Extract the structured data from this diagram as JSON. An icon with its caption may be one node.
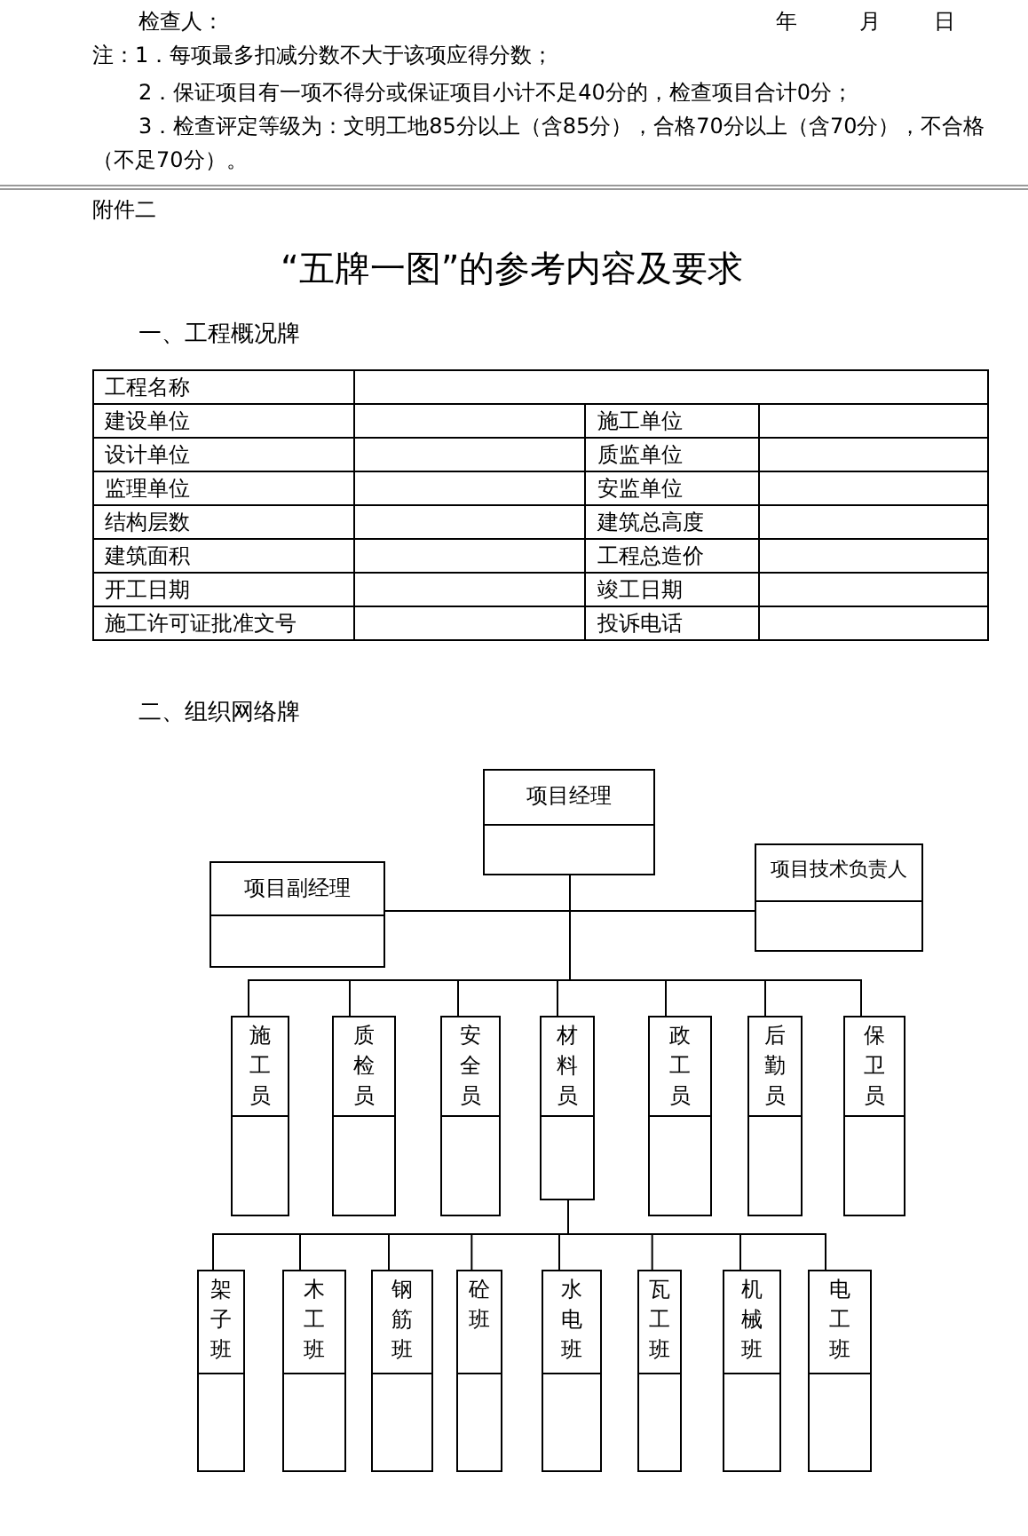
{
  "diagram": {
    "title": "“五牌一图”的参考内容及要求",
    "nodes": [
      {
        "text": [
          "项目经理"
        ]
      },
      {
        "text": [
          "项目副经理"
        ]
      },
      {
        "text": [
          "项目技术负责人"
        ]
      },
      {
        "text": [
          "施工员"
        ]
      },
      {
        "text": [
          "质检员"
        ]
      },
      {
        "text": [
          "安全员"
        ]
      },
      {
        "text": [
          "材料员"
        ]
      },
      {
        "text": [
          "政工员"
        ]
      },
      {
        "text": [
          "后勤员"
        ]
      },
      {
        "text": [
          "保卫员"
        ]
      },
      {
        "text": [
          "架子班"
        ]
      },
      {
        "text": [
          "木工班"
        ]
      },
      {
        "text": [
          "钢筋班"
        ]
      },
      {
        "text": [
          "砼班"
        ]
      },
      {
        "text": [
          "水电班"
        ]
      },
      {
        "text": [
          "瓦工班"
        ]
      },
      {
        "text": [
          "机械班"
        ]
      },
      {
        "text": [
          "电工班"
        ]
      }
    ],
    "edges": [
      {
        "from": 0,
        "to": 1,
        "arrow": "none"
      },
      {
        "from": 0,
        "to": 2,
        "arrow": "none"
      },
      {
        "from": 0,
        "to": 3,
        "arrow": "none"
      },
      {
        "from": 0,
        "to": 4,
        "arrow": "none"
      },
      {
        "from": 0,
        "to": 5,
        "arrow": "none"
      },
      {
        "from": 0,
        "to": 6,
        "arrow": "none"
      },
      {
        "from": 0,
        "to": 7,
        "arrow": "none"
      },
      {
        "from": 0,
        "to": 8,
        "arrow": "none"
      },
      {
        "from": 0,
        "to": 9,
        "arrow": "none"
      },
      {
        "from": 6,
        "to": 10,
        "arrow": "none"
      },
      {
        "from": 6,
        "to": 11,
        "arrow": "none"
      },
      {
        "from": 6,
        "to": 12,
        "arrow": "none"
      },
      {
        "from": 6,
        "to": 13,
        "arrow": "none"
      },
      {
        "from": 6,
        "to": 14,
        "arrow": "none"
      },
      {
        "from": 6,
        "to": 15,
        "arrow": "none"
      },
      {
        "from": 6,
        "to": 16,
        "arrow": "none"
      },
      {
        "from": 6,
        "to": 17,
        "arrow": "none"
      }
    ],
    "labels": [
      "检查人：",
      "年",
      "月",
      "日",
      "注：1．每项最多扣减分数不大于该项应得分数；",
      "2．保证项目有一项不得分或保证项目小计不足40分的，检查项目合计0分；",
      "3．检查评定等级为：文明工地85分以上（含85分），合格70分以上（含70分），不合格（不足70分）。",
      "附件二",
      "一、工程概况牌",
      "工程名称",
      "建设单位",
      "施工单位",
      "设计单位",
      "质监单位",
      "监理单位",
      "安监单位",
      "结构层数",
      "建筑总高度",
      "建筑面积",
      "工程总造价",
      "开工日期",
      "竣工日期",
      "施工许可证批准文号",
      "投诉电话",
      "二、组织网络牌"
    ]
  }
}
